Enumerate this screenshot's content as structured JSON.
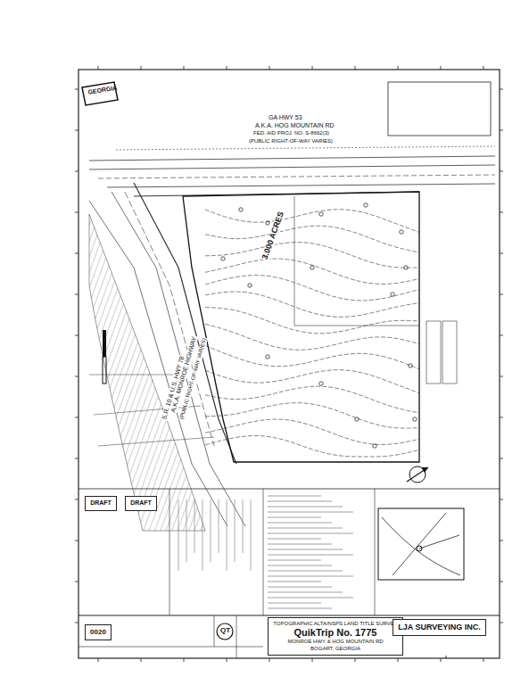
{
  "diagram": {
    "nodes": [
      {
        "text": [
          "TOPOGRAPHIC ALTA/NSPS LAND TITLE SURVEY",
          "QuikTrip No. 1775",
          "MONROE HWY & HOG MOUNTAIN RD",
          "BOGART, GEORGIA"
        ]
      },
      {
        "text": [
          "LJA SURVEYING INC."
        ]
      },
      {
        "text": [
          "DRAFT"
        ]
      },
      {
        "text": [
          "DRAFT"
        ]
      },
      {
        "text": [
          "0020"
        ]
      }
    ],
    "labels": [
      "GEORGIA",
      "GA HWY 53",
      "A.K.A. HOG MOUNTAIN RD",
      "FED. AID PROJ. NO. S-8662(3)",
      "(PUBLIC RIGHT-OF-WAY VARIES)",
      "3.000 ACRES",
      "S.R. 10 & U.S. HWY 78",
      "A.K.A. MONROE HIGHWAY",
      "(PUBLIC RIGHT-OF-WAY VARIES)",
      "QT"
    ]
  }
}
